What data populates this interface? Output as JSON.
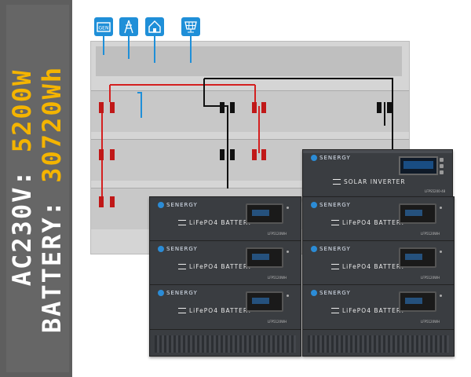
{
  "banner": {
    "line1_prefix": "AC230V: ",
    "line1_value": "5200W",
    "line2_prefix": "BATTERY: ",
    "line2_value": "30720Wh",
    "accent_color": "#f4b400"
  },
  "icons": [
    {
      "name": "generator-icon",
      "label": "GEN"
    },
    {
      "name": "grid-tower-icon",
      "label": ""
    },
    {
      "name": "house-icon",
      "label": ""
    },
    {
      "name": "solar-panel-icon",
      "label": ""
    }
  ],
  "inverter": {
    "brand": "SENERGY",
    "model": "SOLAR INVERTER",
    "code": "LFPS5200-48"
  },
  "batteries": [
    {
      "brand": "SENERGY",
      "model": "LiFePO4 BATTERY",
      "code": "LFP5120WH"
    },
    {
      "brand": "SENERGY",
      "model": "LiFePO4 BATTERY",
      "code": "LFP5120WH"
    },
    {
      "brand": "SENERGY",
      "model": "LiFePO4 BATTERY",
      "code": "LFP5120WH"
    },
    {
      "brand": "SENERGY",
      "model": "LiFePO4 BATTERY",
      "code": "LFP5120WH"
    },
    {
      "brand": "SENERGY",
      "model": "LiFePO4 BATTERY",
      "code": "LFP5120WH"
    }
  ],
  "colors": {
    "panel": "#3a3d41",
    "icon_blue": "#1f8fd8",
    "cable_red": "#d42020",
    "cable_black": "#111111"
  }
}
